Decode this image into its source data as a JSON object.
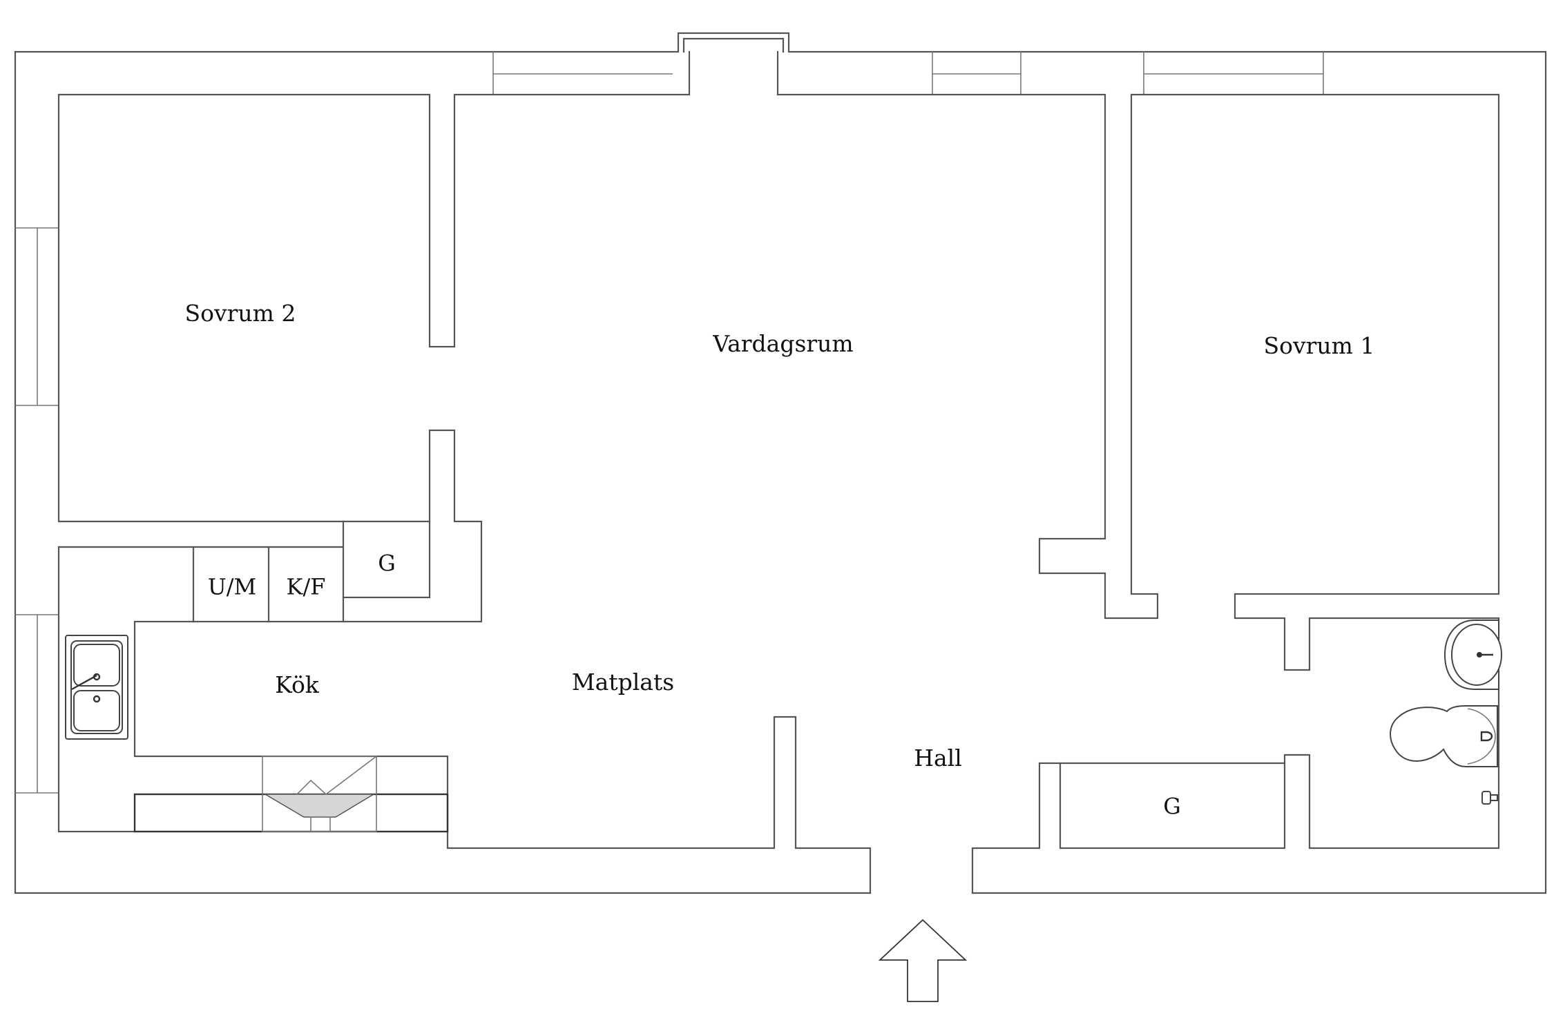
{
  "rooms": {
    "bedroom_2": "Sovrum 2",
    "living_room": "Vardagsrum",
    "bedroom_1": "Sovrum 1",
    "kitchen": "Kök",
    "dining": "Matplats",
    "hall": "Hall"
  },
  "fixtures": {
    "dishwasher_microwave": "U/M",
    "fridge_freezer": "K/F",
    "wardrobe_kitchen": "G",
    "wardrobe_hall": "G"
  },
  "colors": {
    "line": "#555555",
    "text": "#111111",
    "background": "#ffffff",
    "hood_fill": "#d6d6d6"
  }
}
